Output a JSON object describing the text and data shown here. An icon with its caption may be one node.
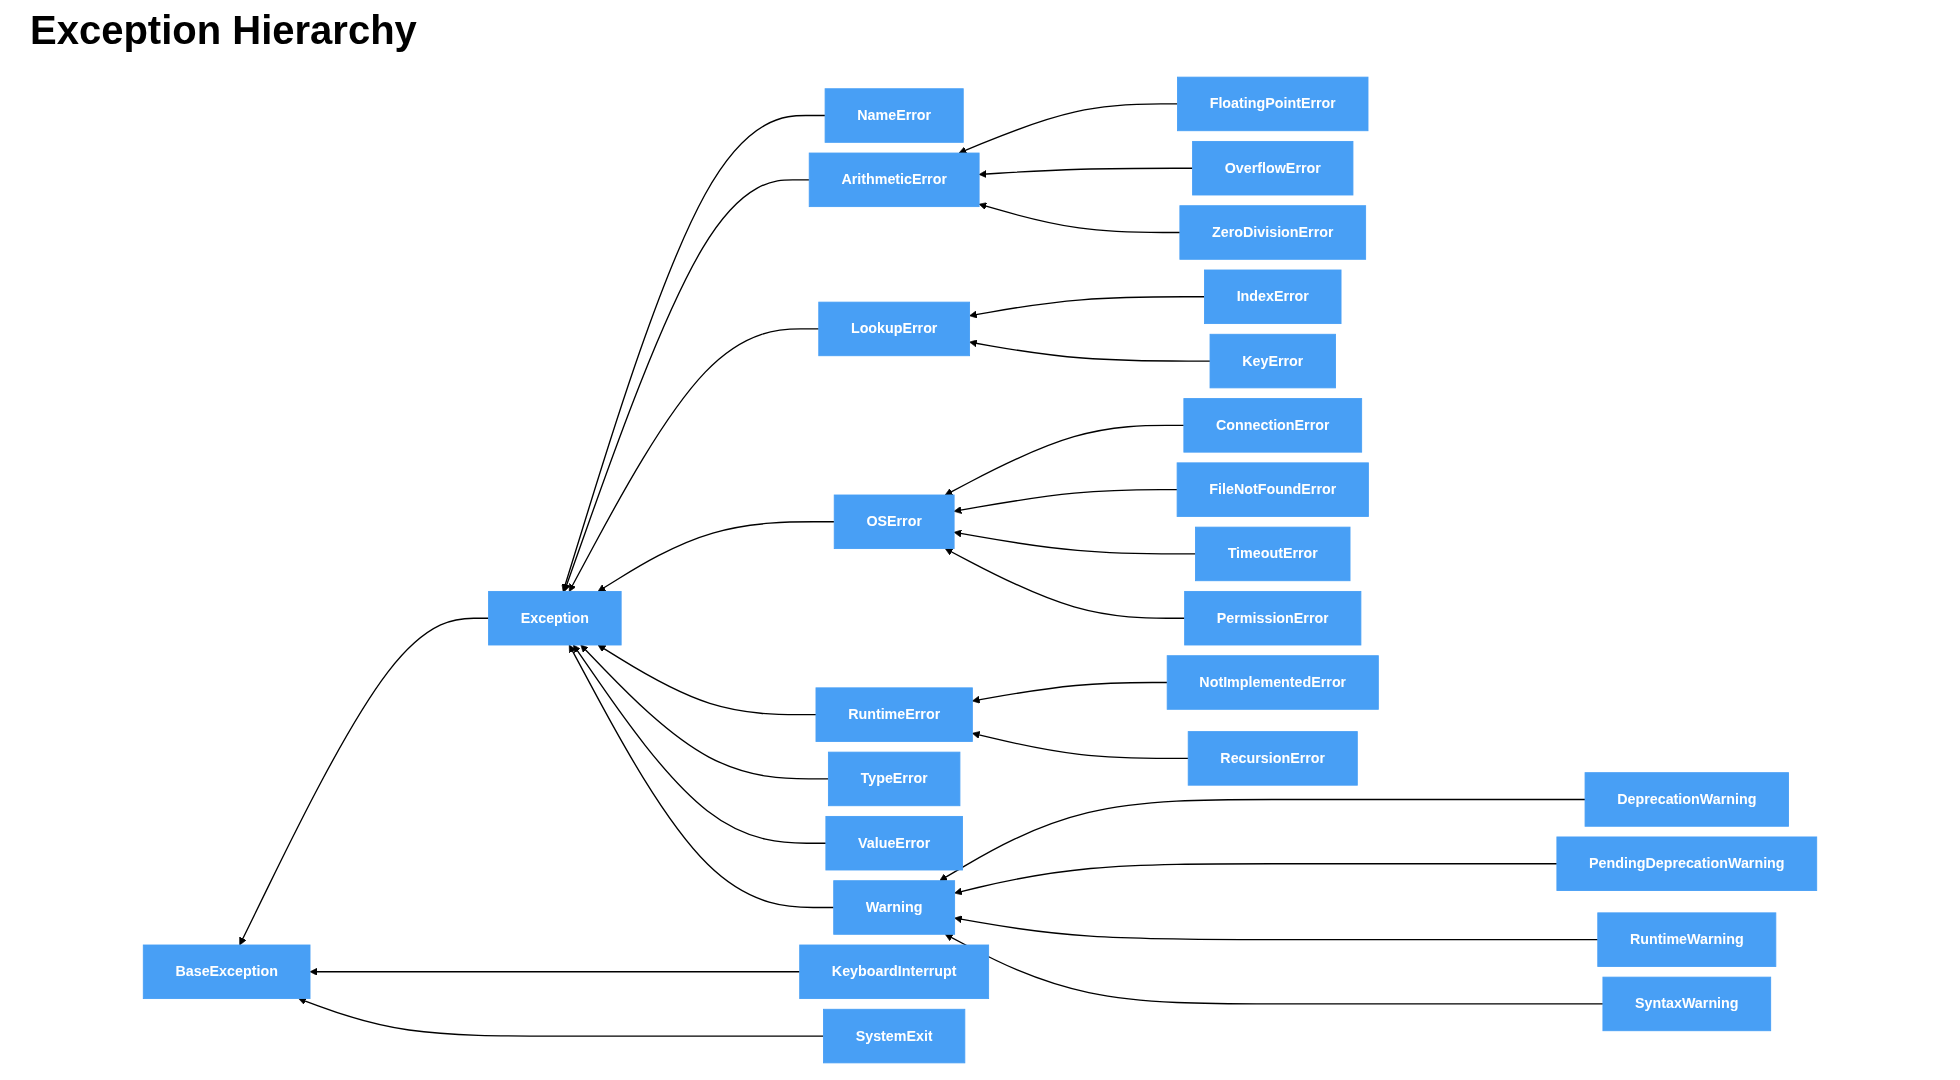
{
  "diagram": {
    "title": "Exception Hierarchy",
    "nodes": [
      {
        "text": [
          "BaseException"
        ]
      },
      {
        "text": [
          "Exception"
        ]
      },
      {
        "text": [
          "KeyboardInterrupt"
        ]
      },
      {
        "text": [
          "SystemExit"
        ]
      },
      {
        "text": [
          "NameError"
        ]
      },
      {
        "text": [
          "ArithmeticError"
        ]
      },
      {
        "text": [
          "LookupError"
        ]
      },
      {
        "text": [
          "OSError"
        ]
      },
      {
        "text": [
          "RuntimeError"
        ]
      },
      {
        "text": [
          "TypeError"
        ]
      },
      {
        "text": [
          "ValueError"
        ]
      },
      {
        "text": [
          "Warning"
        ]
      },
      {
        "text": [
          "FloatingPointError"
        ]
      },
      {
        "text": [
          "OverflowError"
        ]
      },
      {
        "text": [
          "ZeroDivisionError"
        ]
      },
      {
        "text": [
          "IndexError"
        ]
      },
      {
        "text": [
          "KeyError"
        ]
      },
      {
        "text": [
          "ConnectionError"
        ]
      },
      {
        "text": [
          "FileNotFoundError"
        ]
      },
      {
        "text": [
          "TimeoutError"
        ]
      },
      {
        "text": [
          "PermissionError"
        ]
      },
      {
        "text": [
          "NotImplementedError"
        ]
      },
      {
        "text": [
          "RecursionError"
        ]
      },
      {
        "text": [
          "DeprecationWarning"
        ]
      },
      {
        "text": [
          "PendingDeprecationWarning"
        ]
      },
      {
        "text": [
          "RuntimeWarning"
        ]
      },
      {
        "text": [
          "SyntaxWarning"
        ]
      }
    ],
    "edges": [
      {
        "from": 1,
        "to": 0,
        "arrow": "to"
      },
      {
        "from": 2,
        "to": 0,
        "arrow": "to"
      },
      {
        "from": 3,
        "to": 0,
        "arrow": "to"
      },
      {
        "from": 4,
        "to": 1,
        "arrow": "to"
      },
      {
        "from": 5,
        "to": 1,
        "arrow": "to"
      },
      {
        "from": 6,
        "to": 1,
        "arrow": "to"
      },
      {
        "from": 7,
        "to": 1,
        "arrow": "to"
      },
      {
        "from": 8,
        "to": 1,
        "arrow": "to"
      },
      {
        "from": 9,
        "to": 1,
        "arrow": "to"
      },
      {
        "from": 10,
        "to": 1,
        "arrow": "to"
      },
      {
        "from": 11,
        "to": 1,
        "arrow": "to"
      },
      {
        "from": 12,
        "to": 5,
        "arrow": "to"
      },
      {
        "from": 13,
        "to": 5,
        "arrow": "to"
      },
      {
        "from": 14,
        "to": 5,
        "arrow": "to"
      },
      {
        "from": 15,
        "to": 6,
        "arrow": "to"
      },
      {
        "from": 16,
        "to": 6,
        "arrow": "to"
      },
      {
        "from": 17,
        "to": 7,
        "arrow": "to"
      },
      {
        "from": 18,
        "to": 7,
        "arrow": "to"
      },
      {
        "from": 19,
        "to": 7,
        "arrow": "to"
      },
      {
        "from": 20,
        "to": 7,
        "arrow": "to"
      },
      {
        "from": 21,
        "to": 8,
        "arrow": "to"
      },
      {
        "from": 22,
        "to": 8,
        "arrow": "to"
      },
      {
        "from": 23,
        "to": 11,
        "arrow": "to"
      },
      {
        "from": 24,
        "to": 11,
        "arrow": "to"
      },
      {
        "from": 25,
        "to": 11,
        "arrow": "to"
      },
      {
        "from": 26,
        "to": 11,
        "arrow": "to"
      }
    ]
  }
}
